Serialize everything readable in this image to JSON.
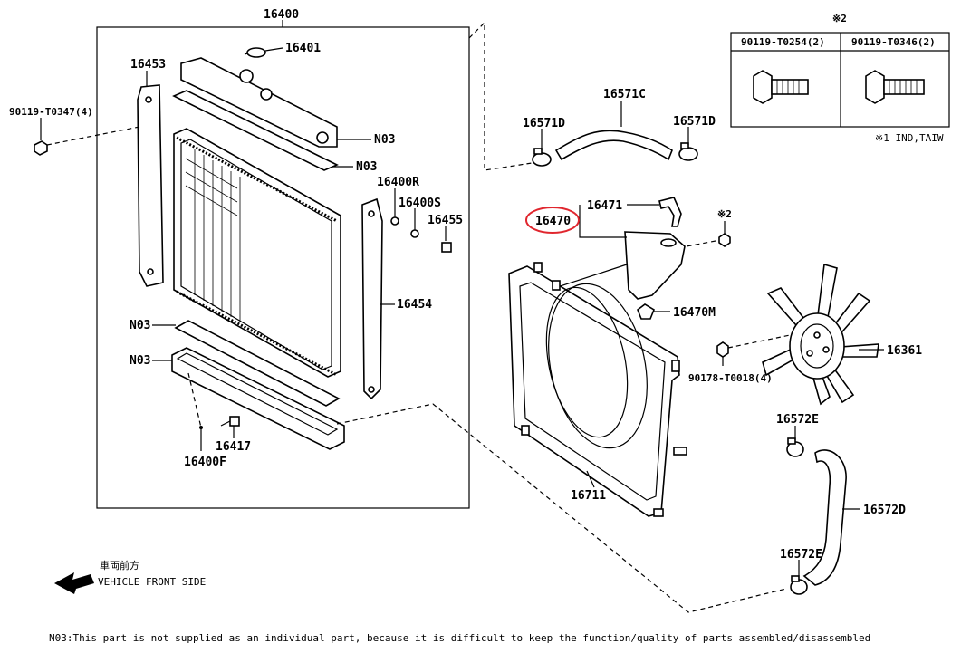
{
  "callouts": {
    "c16400": "16400",
    "c16401": "16401",
    "c16453": "16453",
    "c90119_T0347": "90119-T0347(4)",
    "c_n03_a": "N03",
    "c_n03_b": "N03",
    "c_n03_c": "N03",
    "c_n03_d": "N03",
    "c16400R": "16400R",
    "c16400S": "16400S",
    "c16455": "16455",
    "c16454": "16454",
    "c16417": "16417",
    "c16400F": "16400F",
    "c16571C": "16571C",
    "c16571D_a": "16571D",
    "c16571D_b": "16571D",
    "c16471": "16471",
    "c16470": "16470",
    "c_mark2_small": "※2",
    "c16470M": "16470M",
    "c16361": "16361",
    "c90178_T0018": "90178-T0018(4)",
    "c16711": "16711",
    "c16572E_a": "16572E",
    "c16572D": "16572D",
    "c16572E_b": "16572E"
  },
  "bolt_table": {
    "mark": "※2",
    "col1": "90119-T0254(2)",
    "col2": "90119-T0346(2)",
    "footnote": "※1 IND,TAIW"
  },
  "direction": {
    "jp": "車両前方",
    "en": "VEHICLE FRONT SIDE"
  },
  "footer_note": "N03:This part is not supplied as an individual part, because it is difficult to keep the function/quality of parts assembled/disassembled",
  "highlight_color": "#e0262e"
}
